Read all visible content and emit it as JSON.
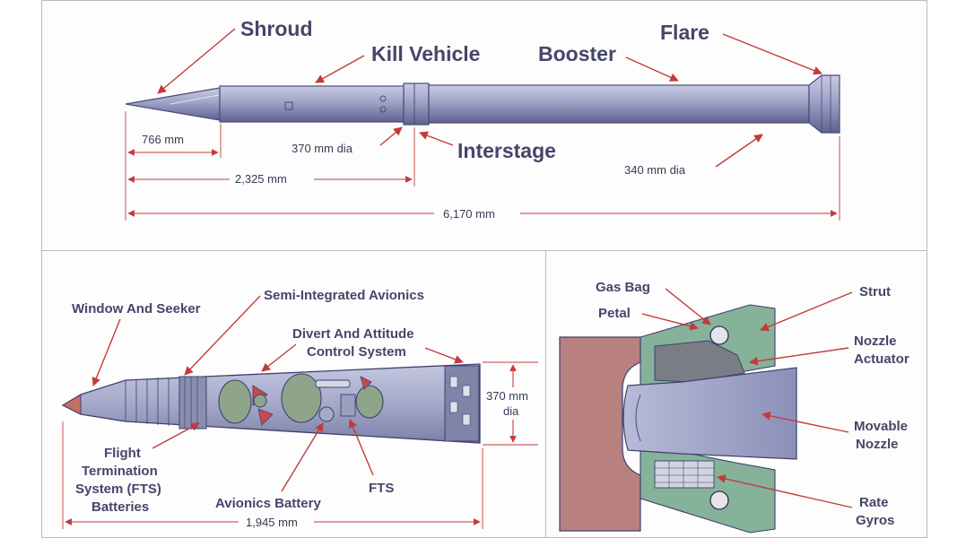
{
  "top_view": {
    "labels": {
      "shroud": "Shroud",
      "kill_vehicle": "Kill Vehicle",
      "booster": "Booster",
      "flare": "Flare",
      "interstage": "Interstage"
    },
    "dimensions": {
      "shroud_length": "766 mm",
      "kv_length": "2,325 mm",
      "total_length": "6,170 mm",
      "kv_diameter": "370 mm dia",
      "booster_diameter": "340 mm dia"
    }
  },
  "kill_vehicle_view": {
    "labels": {
      "window_seeker": "Window And Seeker",
      "avionics": "Semi-Integrated Avionics",
      "dacs_line1": "Divert And Attitude",
      "dacs_line2": "Control System",
      "fts_batt_line1": "Flight",
      "fts_batt_line2": "Termination",
      "fts_batt_line3": "System (FTS)",
      "fts_batt_line4": "Batteries",
      "avionics_battery": "Avionics Battery",
      "fts": "FTS"
    },
    "dimensions": {
      "diameter_line1": "370 mm",
      "diameter_line2": "dia",
      "length": "1,945 mm"
    }
  },
  "flare_view": {
    "labels": {
      "gas_bag": "Gas Bag",
      "petal": "Petal",
      "strut": "Strut",
      "nozzle_actuator_line1": "Nozzle",
      "nozzle_actuator_line2": "Actuator",
      "movable_nozzle_line1": "Movable",
      "movable_nozzle_line2": "Nozzle",
      "rate_gyros_line1": "Rate",
      "rate_gyros_line2": "Gyros"
    }
  }
}
